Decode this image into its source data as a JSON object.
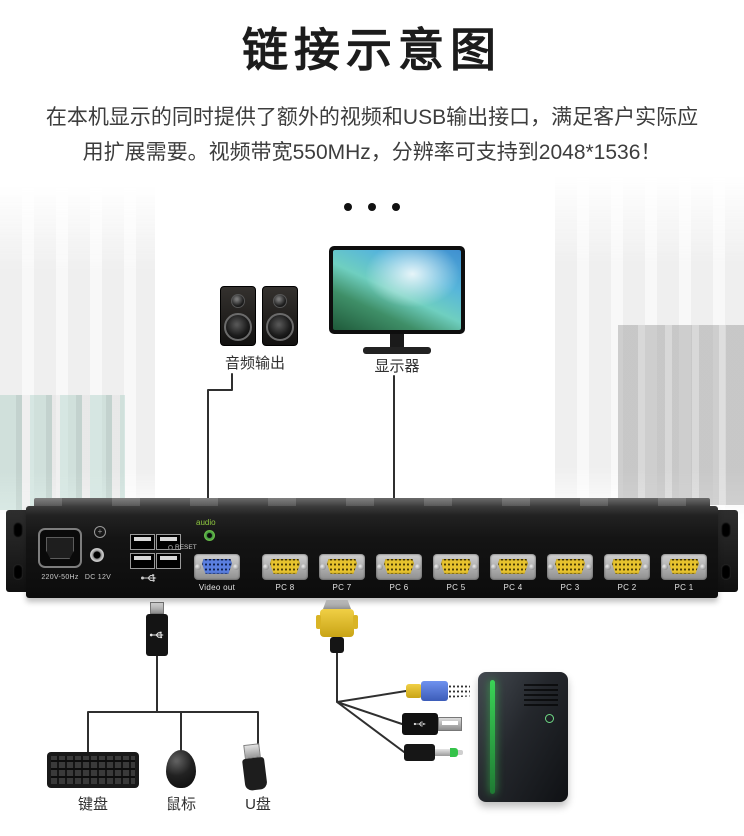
{
  "header": {
    "title": "链接示意图",
    "description_line1": "在本机显示的同时提供了额外的视频和USB输出接口，满足客户实际应",
    "description_line2": "用扩展需要。视频带宽550MHz，分辨率可支持到2048*1536！"
  },
  "peripherals": {
    "audio_output": "音频输出",
    "monitor": "显示器",
    "keyboard": "键盘",
    "mouse": "鼠标",
    "usb_drive": "U盘"
  },
  "device": {
    "power_label": "220V-50Hz",
    "dc_label": "DC 12V",
    "audio_label": "audio",
    "reset_label": "RESET",
    "video_out_label": "Video out",
    "pc_ports": [
      "PC 8",
      "PC 7",
      "PC 6",
      "PC 5",
      "PC 4",
      "PC 3",
      "PC 2",
      "PC 1"
    ]
  },
  "colors": {
    "vga_yellow": "#e7c32e",
    "vga_blue": "#5a7fe0",
    "audio_green": "#6cc24a",
    "accent_green": "#35c24a",
    "wire": "#2f2f2f"
  }
}
